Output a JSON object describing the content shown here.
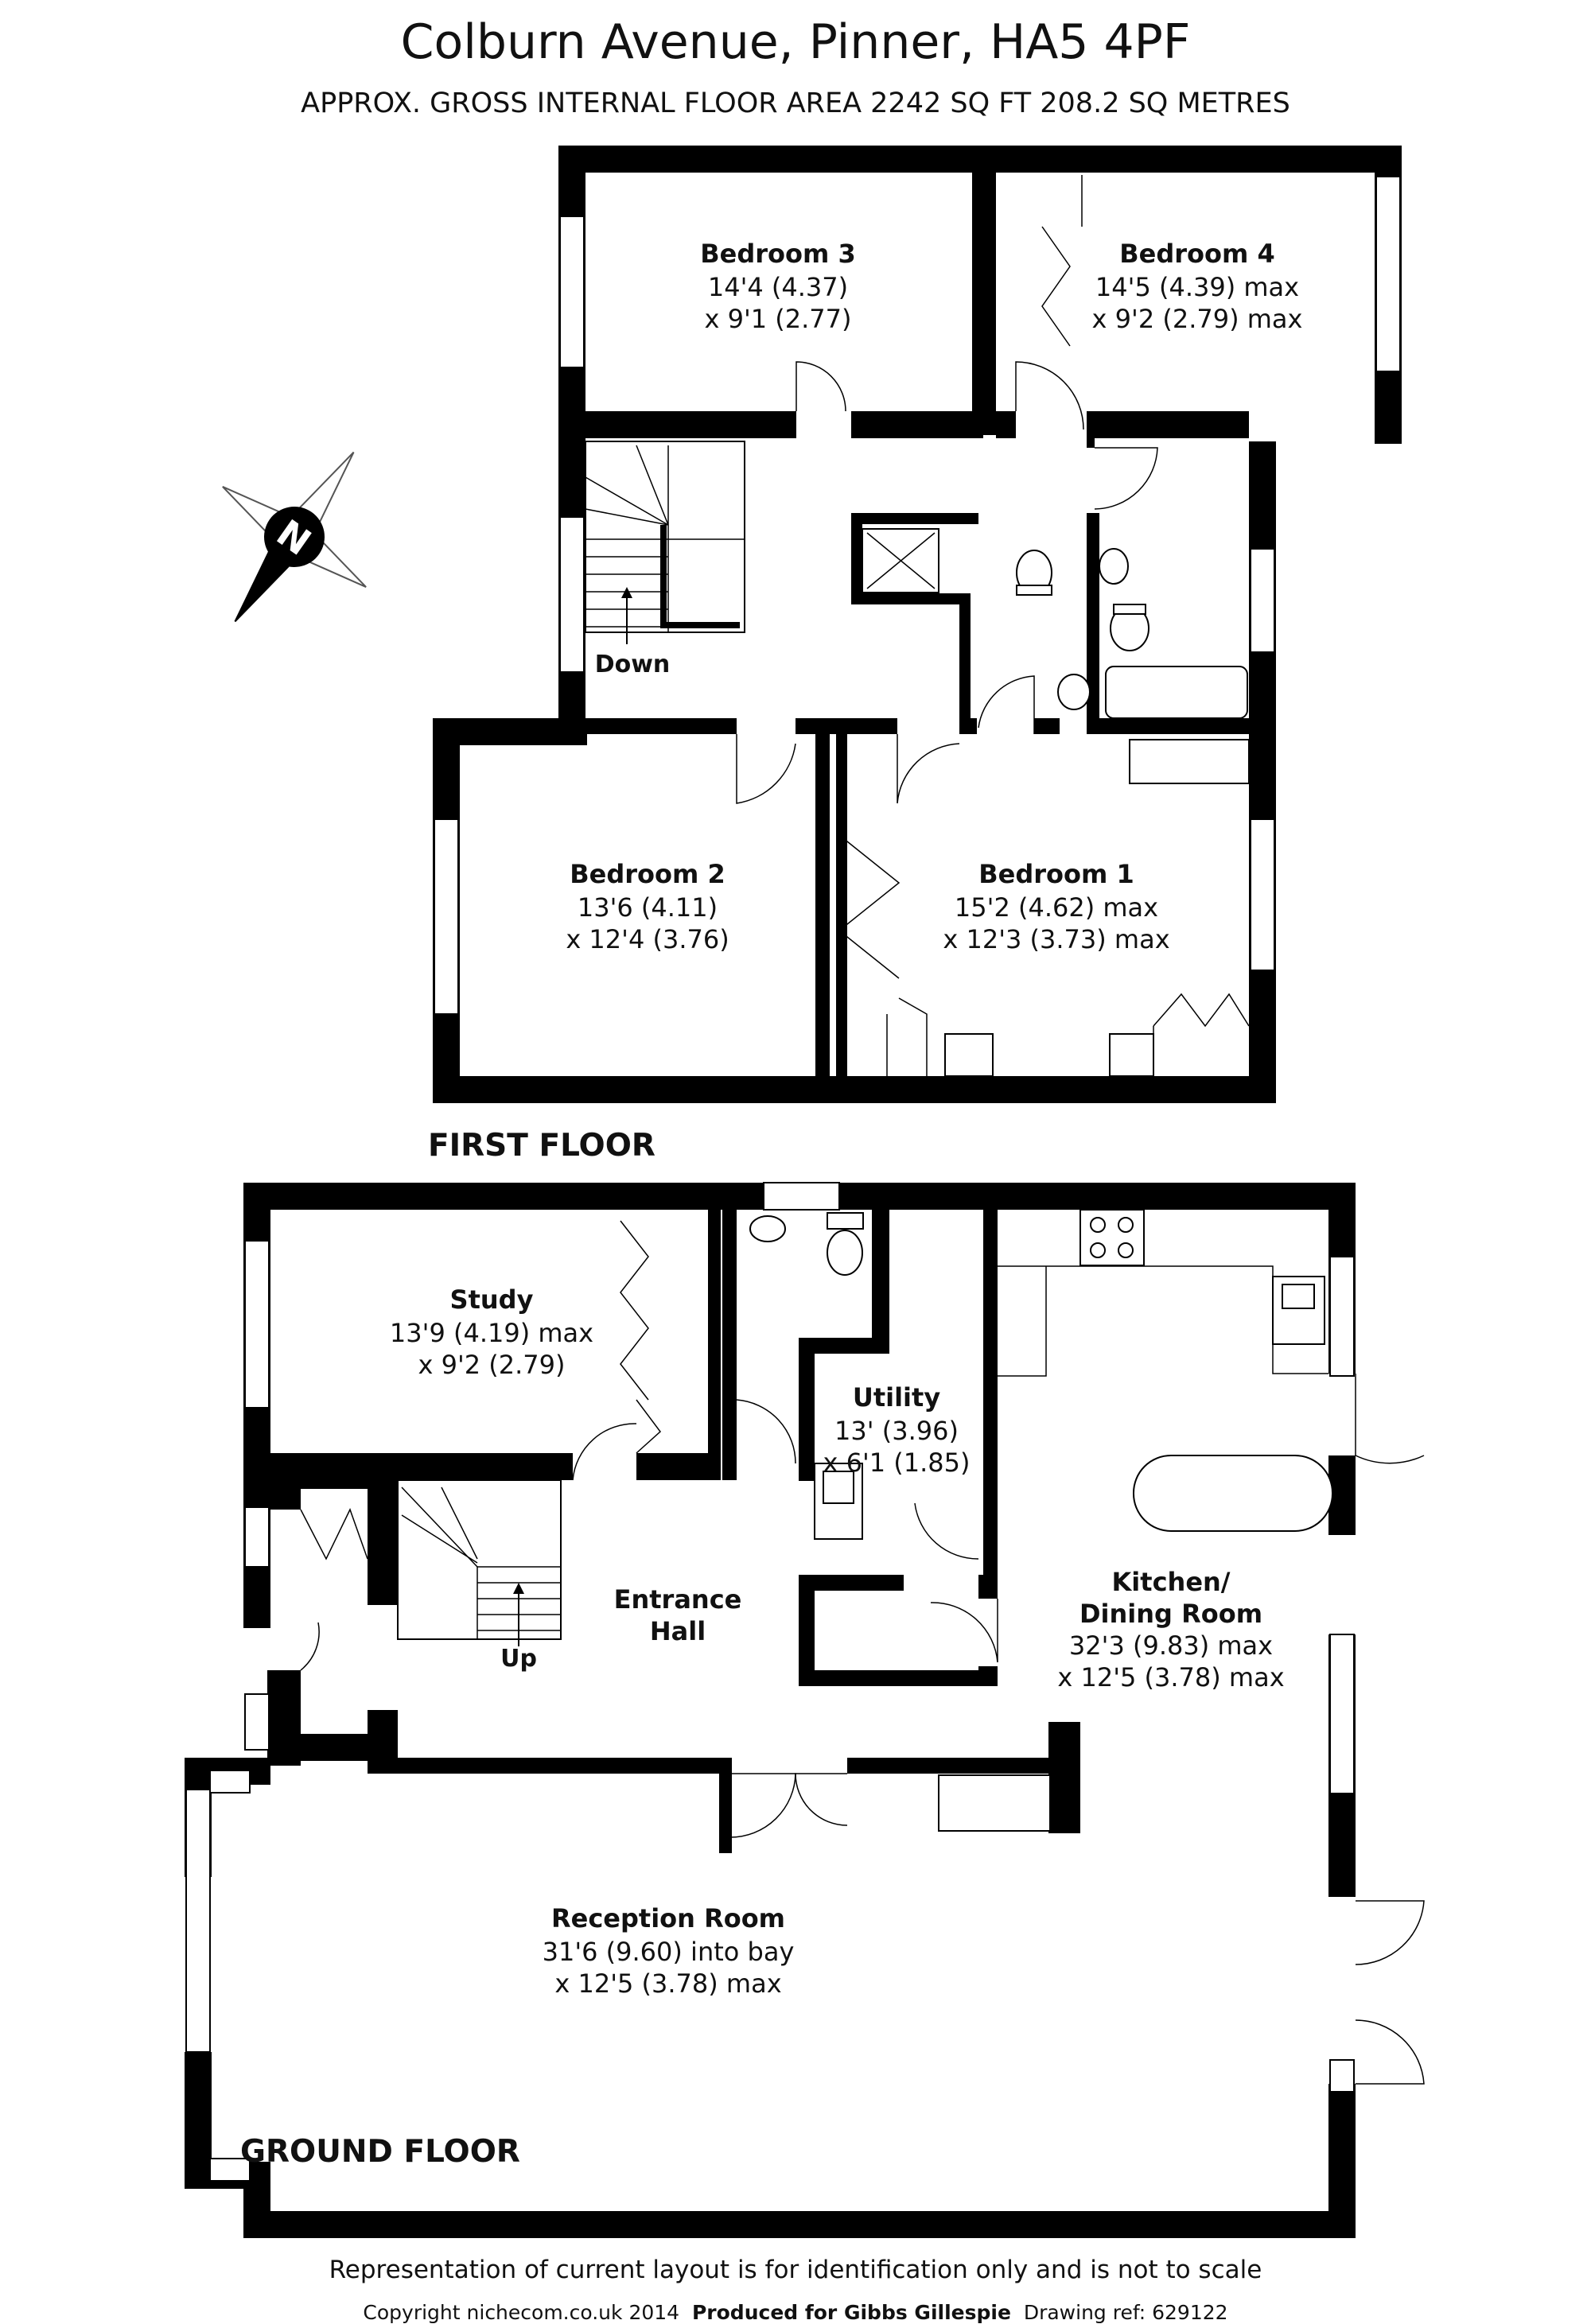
{
  "header": {
    "title": "Colburn Avenue, Pinner, HA5 4PF",
    "area": "APPROX. GROSS INTERNAL FLOOR AREA 2242 SQ FT 208.2 SQ METRES"
  },
  "compass": {
    "letter": "N"
  },
  "first_floor": {
    "label": "FIRST FLOOR",
    "stairs_label": "Down",
    "rooms": [
      {
        "name": "Bedroom 3",
        "dim1": "14'4 (4.37)",
        "dim2": "x 9'1 (2.77)"
      },
      {
        "name": "Bedroom 4",
        "dim1": "14'5 (4.39) max",
        "dim2": "x 9'2 (2.79) max"
      },
      {
        "name": "Bedroom 2",
        "dim1": "13'6 (4.11)",
        "dim2": "x 12'4 (3.76)"
      },
      {
        "name": "Bedroom 1",
        "dim1": "15'2 (4.62) max",
        "dim2": "x 12'3 (3.73) max"
      }
    ]
  },
  "ground_floor": {
    "label": "GROUND FLOOR",
    "stairs_label": "Up",
    "rooms": [
      {
        "name": "Study",
        "dim1": "13'9 (4.19) max",
        "dim2": "x 9'2 (2.79)"
      },
      {
        "name": "Utility",
        "dim1": "13' (3.96)",
        "dim2": "x 6'1 (1.85)"
      },
      {
        "name": "Entrance",
        "dim1": "Hall",
        "dim2": ""
      },
      {
        "name": "Kitchen/",
        "dim1": "Dining Room",
        "dim2": "32'3 (9.83) max",
        "dim3": "x 12'5 (3.78) max"
      },
      {
        "name": "Reception Room",
        "dim1": "31'6 (9.60) into bay",
        "dim2": "x 12'5 (3.78) max"
      }
    ]
  },
  "footer": {
    "disclaimer": "Representation of current layout is for identification only and is not to scale",
    "copyright": "Copyright nichecom.co.uk 2014",
    "produced": "Produced for Gibbs Gillespie",
    "drawing_ref": "Drawing ref:  629122"
  }
}
